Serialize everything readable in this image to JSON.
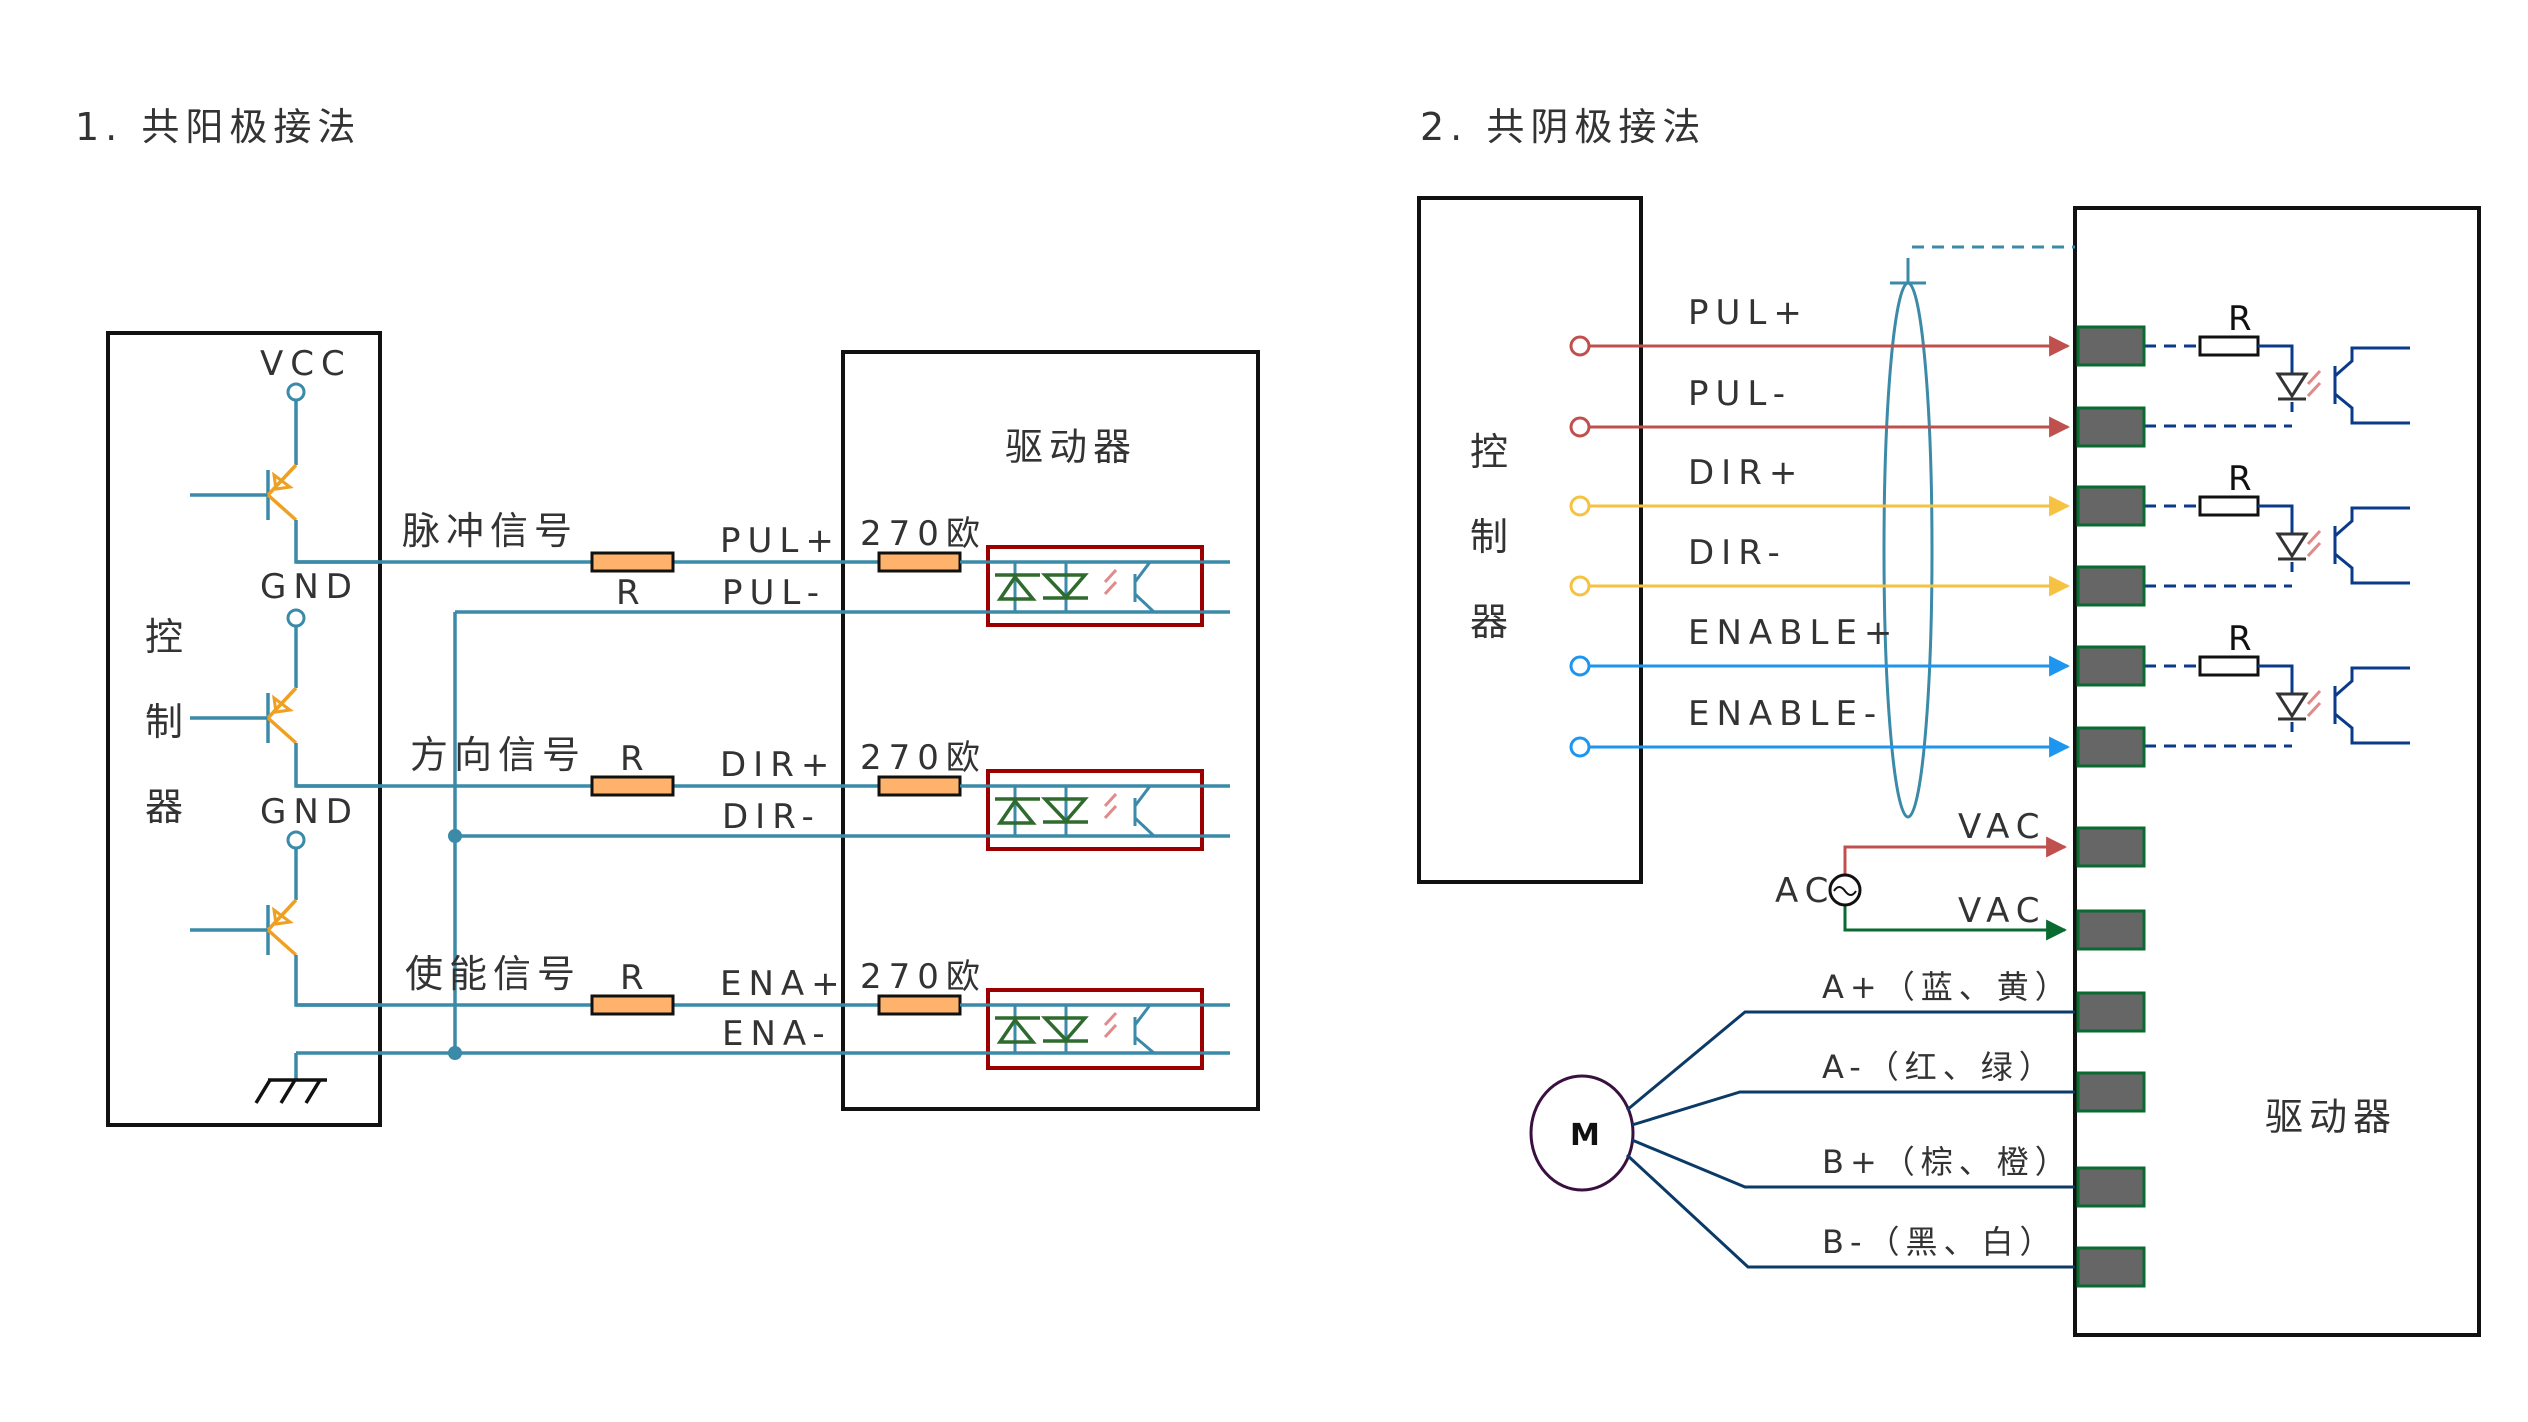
{
  "left": {
    "title": "1. 共阳极接法",
    "controller_label": [
      "控",
      "制",
      "器"
    ],
    "driver_label": "驱动器",
    "supply_labels": {
      "vcc": "VCC",
      "gnd1": "GND",
      "gnd2": "GND"
    },
    "channels": [
      {
        "signal": "脉冲信号",
        "resistor": "R",
        "plus": "PUL+",
        "minus": "PUL-",
        "internal_resistor": "270欧"
      },
      {
        "signal": "方向信号",
        "resistor": "R",
        "plus": "DIR+",
        "minus": "DIR-",
        "internal_resistor": "270欧"
      },
      {
        "signal": "使能信号",
        "resistor": "R",
        "plus": "ENA+",
        "minus": "ENA-",
        "internal_resistor": "270欧"
      }
    ],
    "colors": {
      "wire": "#3a8aa8",
      "transistor": "#f0a020",
      "resistor_fill": "#ffb26b",
      "opto_box": "#9b0000",
      "diode": "#2f6b2f",
      "light": "#e08a8a"
    }
  },
  "right": {
    "title": "2. 共阴极接法",
    "controller_label": [
      "控",
      "制",
      "器"
    ],
    "driver_label": "驱动器",
    "signals": [
      {
        "label": "PUL+",
        "color": "#c0504d"
      },
      {
        "label": "PUL-",
        "color": "#c0504d"
      },
      {
        "label": "DIR+",
        "color": "#f5c242"
      },
      {
        "label": "DIR-",
        "color": "#f5c242"
      },
      {
        "label": "ENABLE+",
        "color": "#1e96f0"
      },
      {
        "label": "ENABLE-",
        "color": "#1e96f0"
      }
    ],
    "opto_resistor_label": "R",
    "ac": {
      "source_label": "AC",
      "line1": "VAC",
      "line1_color": "#c0504d",
      "line2": "VAC",
      "line2_color": "#0a6a30"
    },
    "motor": {
      "label": "M",
      "phases": [
        "A+（蓝、黄）",
        "A-（红、绿）",
        "B+（棕、橙）",
        "B-（黑、白）"
      ],
      "wire_color": "#0b3a66"
    },
    "colors": {
      "terminal_fill": "#666666",
      "terminal_border": "#0a6a30",
      "internal_wire": "#0b3a8a",
      "shield": "#3a8aa8"
    }
  }
}
